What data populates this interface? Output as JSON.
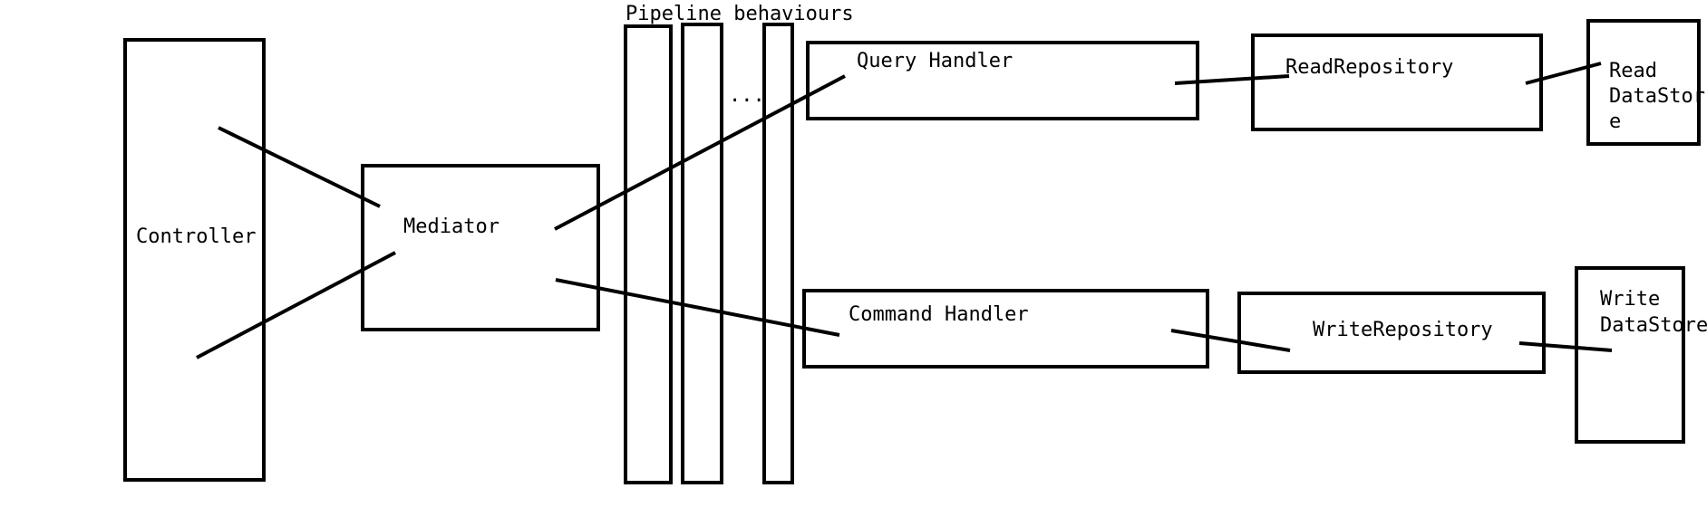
{
  "colors": {
    "stroke": "#000000",
    "background": "#ffffff",
    "text": "#000000"
  },
  "labels": {
    "pipeline_title": "Pipeline behaviours",
    "ellipsis": "...",
    "controller": "Controller",
    "mediator": "Mediator",
    "query_handler": "Query Handler",
    "command_handler": "Command Handler",
    "read_repository": "ReadRepository",
    "write_repository": "WriteRepository",
    "read_datastore_line1": "Read",
    "read_datastore_line2": "DataStor",
    "read_datastore_line3": "e",
    "write_datastore_line1": "Write",
    "write_datastore_line2": "DataStore"
  }
}
